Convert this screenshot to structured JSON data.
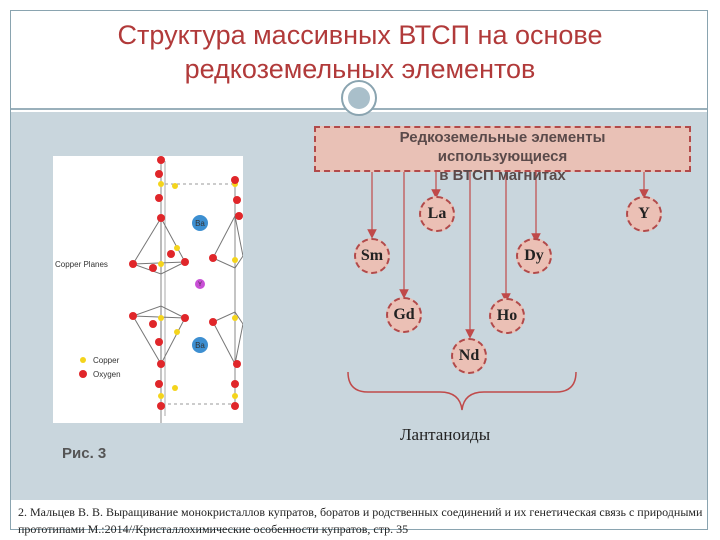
{
  "title": "Структура массивных ВТСП на основе редкоземельных элементов",
  "rare_earth_box": {
    "line1": "Редкоземельные элементы",
    "line2": "использующиеся",
    "line3": "в ВТСП магнитах"
  },
  "elements": {
    "la": "La",
    "y": "Y",
    "sm": "Sm",
    "dy": "Dy",
    "gd": "Gd",
    "ho": "Ho",
    "nd": "Nd"
  },
  "lanthanoids_label": "Лантаноиды",
  "figure_caption": "Рис. 3",
  "crystal": {
    "copper_planes_label": "Copper Planes",
    "ba_label": "Ba",
    "y_label": "Y",
    "legend_copper": "Copper",
    "legend_oxygen": "Oxygen",
    "color_copper": "#f4d41c",
    "color_oxygen": "#e0262a",
    "color_ba": "#3d8fd1",
    "color_y": "#c94fd6"
  },
  "reference": "2. Мальцев В. В. Выращивание монокристаллов купратов, боратов и родственных соединений и их генетическая связь с природными прототипами М.:2014//Кристаллохимические особенности купратов, стр. 35",
  "colors": {
    "title": "#b13a3a",
    "accent_border": "#b24a4a",
    "element_fill": "#ebc0b5",
    "content_bg": "#c9d6dd"
  }
}
